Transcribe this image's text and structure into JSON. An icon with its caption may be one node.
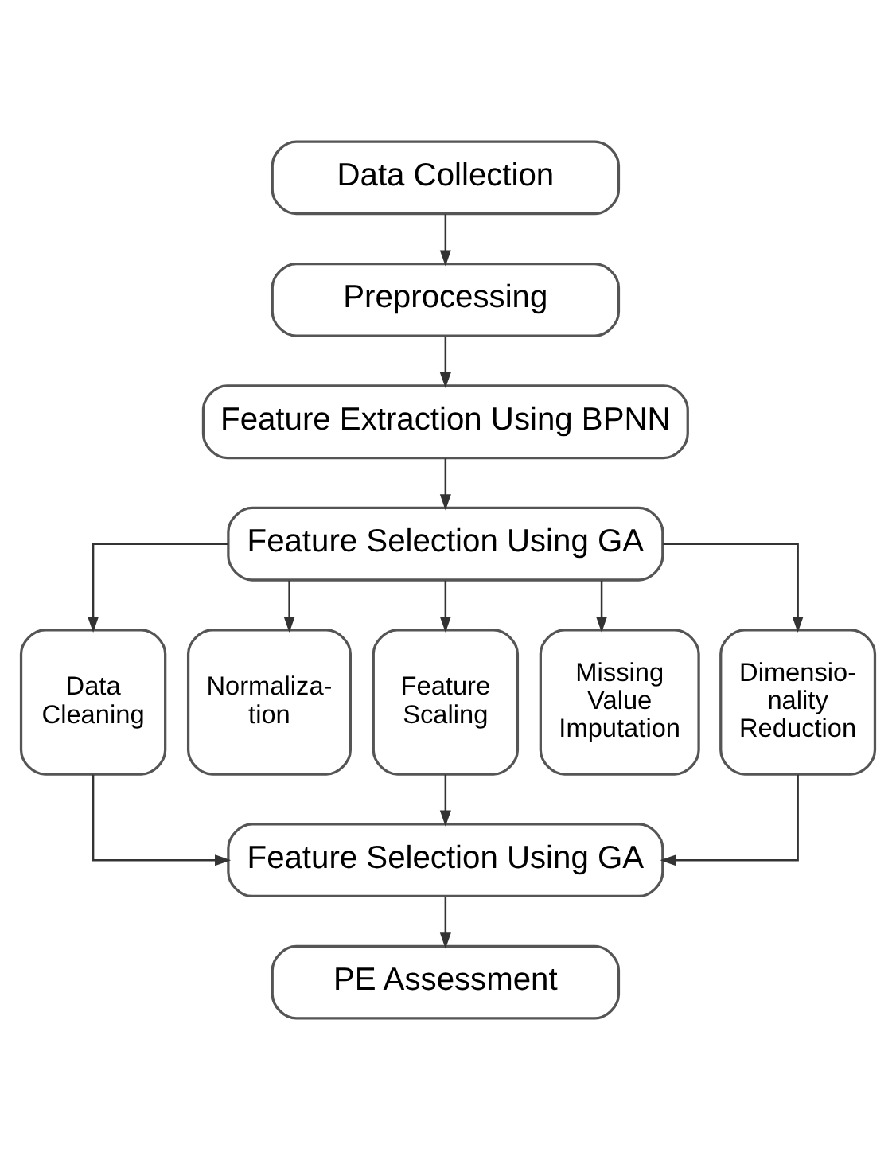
{
  "diagram": {
    "nodes": [
      {
        "text": [
          "Data Collection"
        ]
      },
      {
        "text": [
          "Preprocessing"
        ]
      },
      {
        "text": [
          "Feature Extraction Using BPNN"
        ]
      },
      {
        "text": [
          "Feature Selection Using GA"
        ]
      },
      {
        "text": [
          "Data Cleaning"
        ]
      },
      {
        "text": [
          "Normaliza- tion"
        ]
      },
      {
        "text": [
          "Feature Scaling"
        ]
      },
      {
        "text": [
          "Missing Value Imputation"
        ]
      },
      {
        "text": [
          "Dimensio- nality Reduction"
        ]
      },
      {
        "text": [
          "Feature Selection Using GA"
        ]
      },
      {
        "text": [
          "PE Assessment"
        ]
      }
    ],
    "edges": [
      {
        "from": 0,
        "to": 1,
        "arrow": "to"
      },
      {
        "from": 1,
        "to": 2,
        "arrow": "to"
      },
      {
        "from": 2,
        "to": 3,
        "arrow": "to"
      },
      {
        "from": 3,
        "to": 4,
        "arrow": "to"
      },
      {
        "from": 3,
        "to": 5,
        "arrow": "to"
      },
      {
        "from": 3,
        "to": 6,
        "arrow": "to"
      },
      {
        "from": 3,
        "to": 7,
        "arrow": "to"
      },
      {
        "from": 3,
        "to": 8,
        "arrow": "to"
      },
      {
        "from": 4,
        "to": 9,
        "arrow": "to"
      },
      {
        "from": 6,
        "to": 9,
        "arrow": "to"
      },
      {
        "from": 8,
        "to": 9,
        "arrow": "to"
      },
      {
        "from": 9,
        "to": 10,
        "arrow": "to"
      }
    ]
  }
}
